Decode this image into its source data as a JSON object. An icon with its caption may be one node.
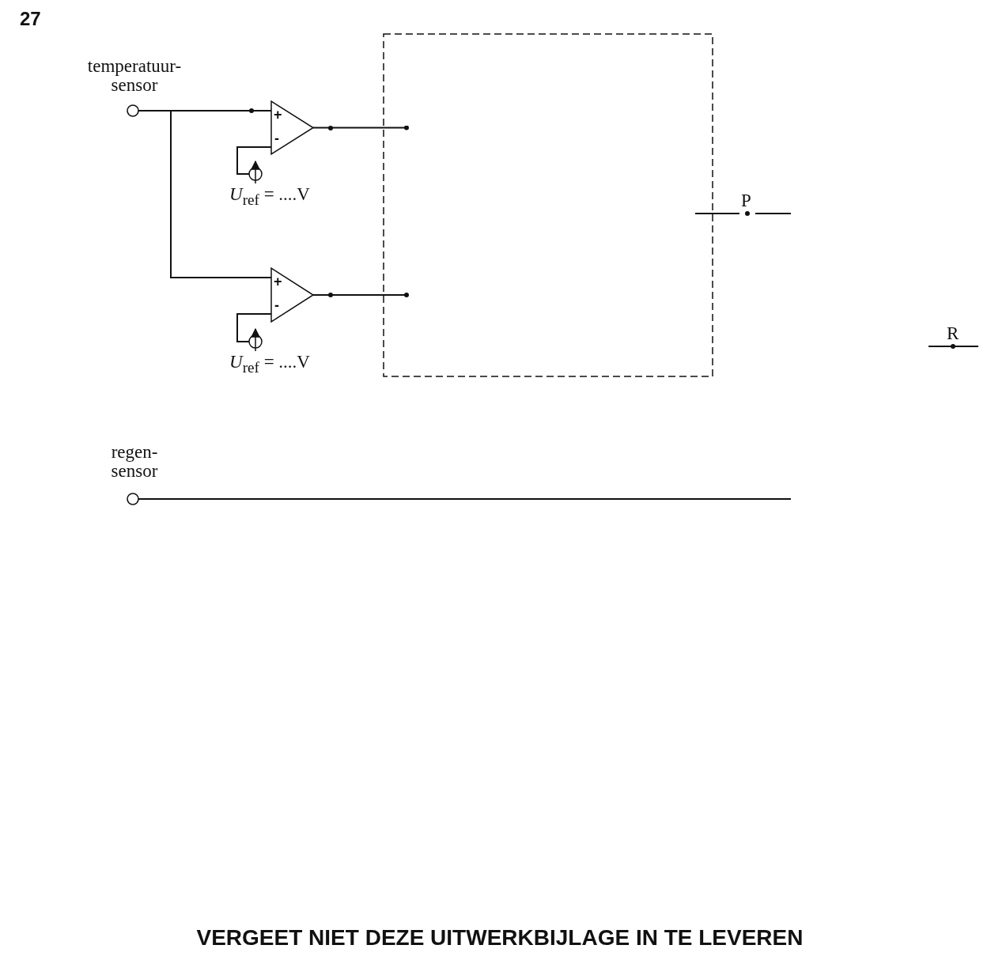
{
  "diagram": {
    "nodes": [
      {
        "text": [
          "temperatuur- sensor"
        ]
      },
      {
        "text": [
          "+",
          "-"
        ]
      },
      {
        "text": [
          "+",
          "-"
        ]
      },
      {
        "text": [
          "*U*$_{ref}$ = ....V"
        ]
      },
      {
        "text": [
          "*U*$_{ref}$ = ....V"
        ]
      },
      {
        "text": [],
        "shape": "box"
      },
      {
        "text": [
          "P"
        ]
      },
      {
        "text": [
          "R"
        ]
      },
      {
        "text": [
          "regen- sensor"
        ]
      }
    ],
    "edges": [
      {
        "from": 0,
        "to": 1,
        "arrow": "none"
      },
      {
        "from": 0,
        "to": 2,
        "arrow": "none"
      },
      {
        "from": 3,
        "to": 1,
        "arrow": "none"
      },
      {
        "from": 4,
        "to": 2,
        "arrow": "none"
      },
      {
        "from": 1,
        "to": 5,
        "arrow": "other"
      },
      {
        "from": 2,
        "to": 5,
        "arrow": "other"
      },
      {
        "from": 5,
        "to": 6,
        "arrow": "none"
      },
      {
        "from": 8,
        "to": null,
        "arrow": "none"
      }
    ],
    "labels": [
      "27",
      "VERGEET NIET DEZE UITWERKBIJLAGE IN TE LEVEREN"
    ]
  }
}
